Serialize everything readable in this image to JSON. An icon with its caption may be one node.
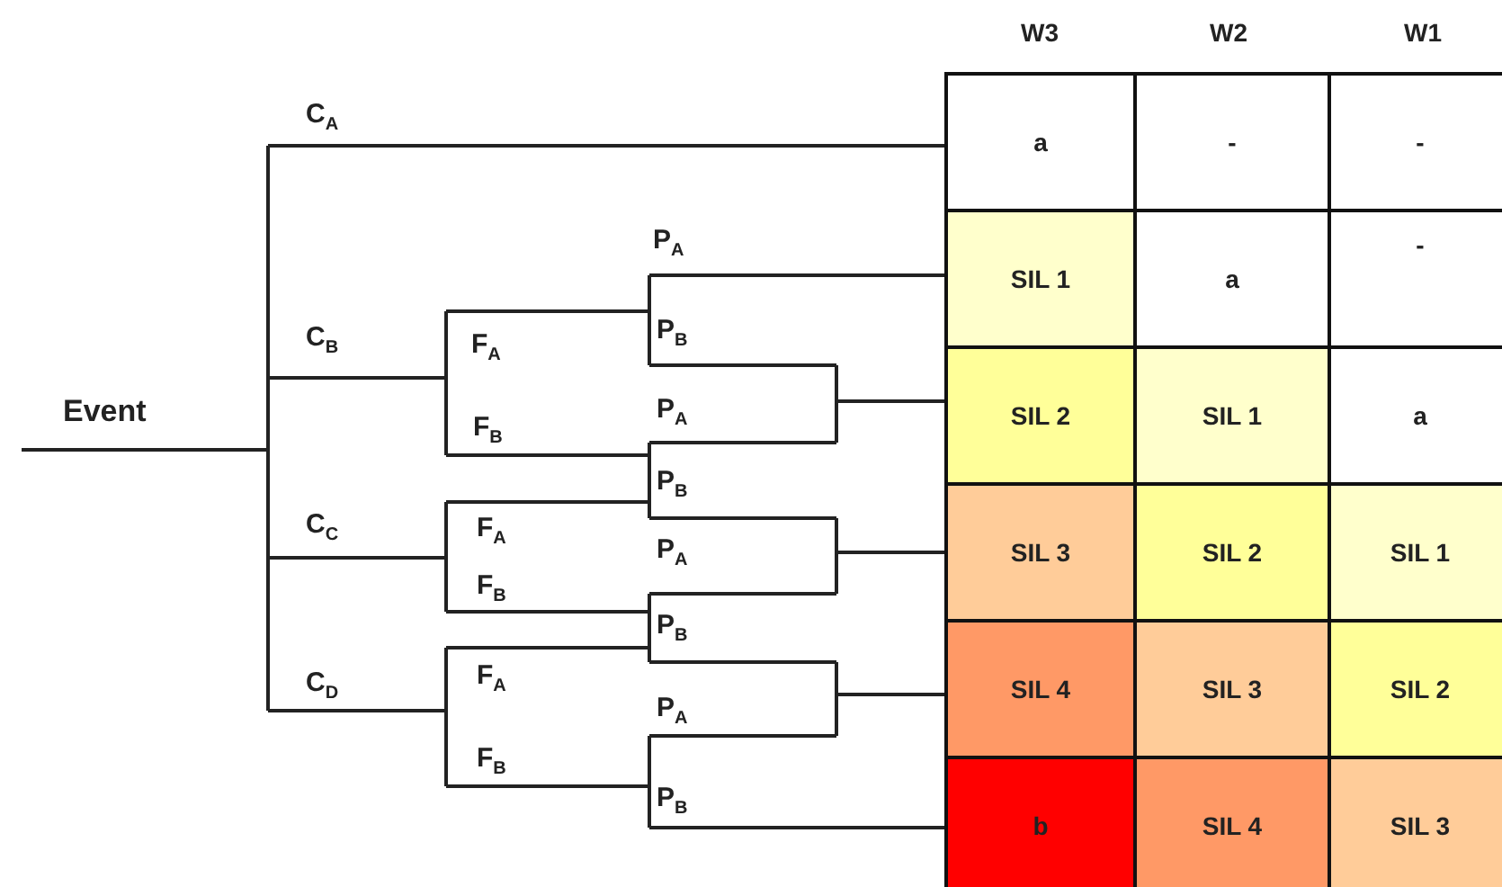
{
  "diagram": {
    "labels": [
      "Event",
      "C$_{A}$",
      "P$_{A}$",
      "C$_{B}$",
      "F$_{A}$",
      "P$_{B}$",
      "F$_{B}$",
      "P$_{A}$",
      "P$_{B}$",
      "C$_{C}$",
      "F$_{A}$",
      "P$_{A}$",
      "F$_{B}$",
      "P$_{B}$",
      "C$_{D}$",
      "F$_{A}$",
      "P$_{A}$",
      "F$_{B}$",
      "P$_{B}$",
      "W3",
      "W2",
      "W1",
      "a",
      "-",
      "-",
      "SIL 1",
      "a",
      "-",
      "SIL 2",
      "SIL 1",
      "a",
      "SIL 3",
      "SIL 2",
      "SIL 1",
      "SIL 4",
      "SIL 3",
      "SIL 2",
      "b",
      "SIL 4",
      "SIL 3"
    ]
  }
}
